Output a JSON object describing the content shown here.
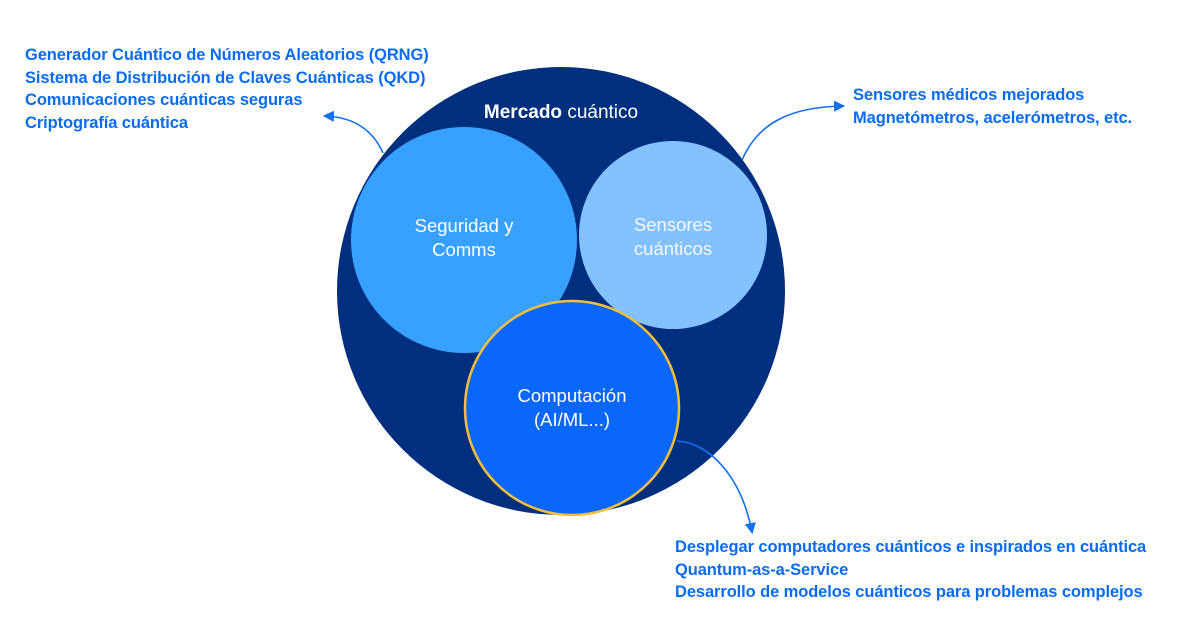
{
  "colors": {
    "market": "#002F7F",
    "security": "#38A0FF",
    "sensors": "#84C1FF",
    "computing": "#0A67FB",
    "computing_border": "#F5BF3A",
    "text_accent": "#0A6CF2",
    "arrow": "#1670EE"
  },
  "market": {
    "label_bold": "Mercado",
    "label_regular": " cuántico"
  },
  "circles": {
    "security": {
      "line1": "Seguridad y",
      "line2": "Comms"
    },
    "sensors": {
      "line1": "Sensores",
      "line2": "cuánticos"
    },
    "computing": {
      "line1": "Computación",
      "line2": "(AI/ML...)"
    }
  },
  "lists": {
    "security": [
      "Generador Cuántico de Números Aleatorios (QRNG)",
      "Sistema de Distribución de Claves Cuánticas (QKD)",
      "Comunicaciones cuánticas seguras",
      "Criptografía cuántica"
    ],
    "sensors": [
      "Sensores médicos mejorados",
      "Magnetómetros, acelerómetros, etc."
    ],
    "computing": [
      "Desplegar computadores cuánticos e inspirados en cuántica",
      "Quantum-as-a-Service",
      "Desarrollo de modelos cuánticos para problemas complejos"
    ]
  }
}
